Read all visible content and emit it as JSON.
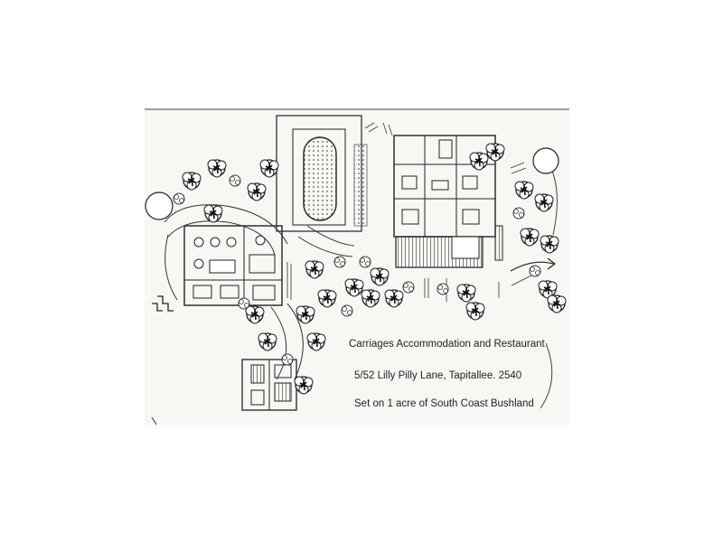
{
  "plan": {
    "caption_title": "Carriages  Accommodation and Restaurant",
    "caption_address": "5/52  Lilly Pilly Lane, Tapitallee. 2540",
    "caption_setting": "Set on 1 acre of South Coast Bushland"
  },
  "colors": {
    "paper": "#f7f7f4",
    "ink": "#2a2a2a"
  }
}
